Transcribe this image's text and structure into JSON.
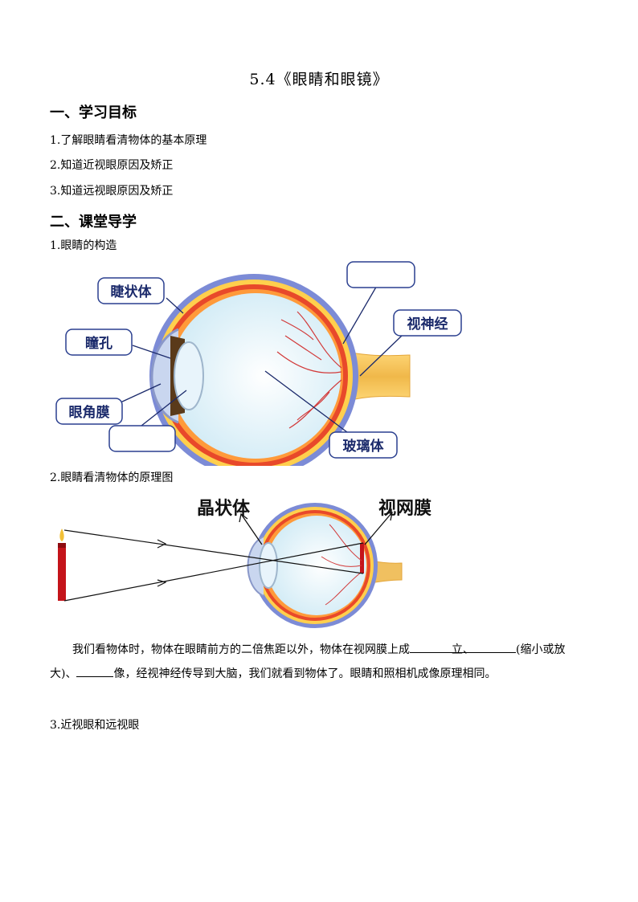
{
  "title": "5.4《眼睛和眼镜》",
  "section1": {
    "heading": "一、学习目标",
    "items": [
      "1.了解眼睛看清物体的基本原理",
      "2.知道近视眼原因及矫正",
      "3.知道远视眼原因及矫正"
    ]
  },
  "section2": {
    "heading": "二、课堂导学",
    "sub1": "1.眼睛的构造",
    "sub2": "2.眼睛看清物体的原理图",
    "sub3": "3.近视眼和远视眼"
  },
  "diagram1": {
    "labels": {
      "ciliary": "睫状体",
      "pupil": "瞳孔",
      "cornea": "眼角膜",
      "optic_nerve": "视神经",
      "vitreous": "玻璃体"
    }
  },
  "diagram2": {
    "labels": {
      "lens": "晶状体",
      "retina": "视网膜"
    }
  },
  "paragraph": {
    "p1": "我们看物体时，物体在眼睛前方的二倍焦距以外，物体在视网膜上成",
    "p2": "立、",
    "p3": "(缩小或放大)、",
    "p4": "像，经视神经传导到大脑，我们就看到物体了。眼睛和照相机成像原理相同。"
  },
  "colors": {
    "label_text": "#1b2a6b",
    "label_border": "#2a3f8f"
  }
}
